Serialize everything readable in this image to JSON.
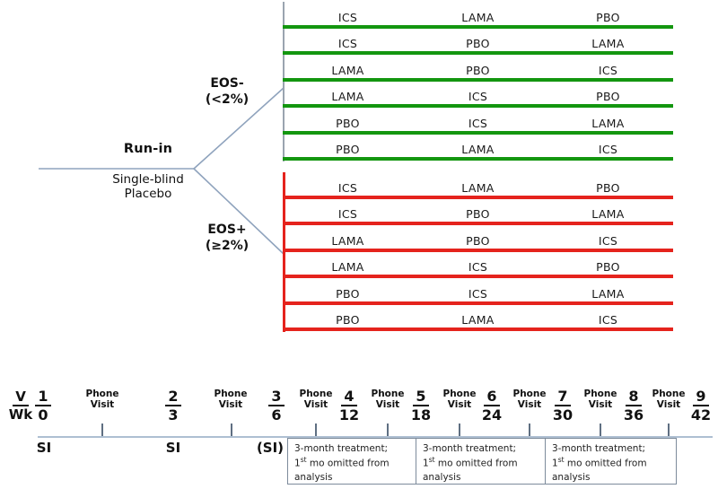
{
  "diagram": {
    "title_runin": "Run-in",
    "subtitle_runin_line1": "Single-blind",
    "subtitle_runin_line2": "Placebo",
    "branches": [
      {
        "name": "EOS-",
        "criterion": "(<2%)",
        "color": "#13960f",
        "id": "eos-negative"
      },
      {
        "name": "EOS+",
        "criterion": "(≥2%)",
        "color": "#e5231d",
        "id": "eos-positive"
      }
    ],
    "sequences": [
      [
        "ICS",
        "LAMA",
        "PBO"
      ],
      [
        "ICS",
        "PBO",
        "LAMA"
      ],
      [
        "LAMA",
        "PBO",
        "ICS"
      ],
      [
        "LAMA",
        "ICS",
        "PBO"
      ],
      [
        "PBO",
        "ICS",
        "LAMA"
      ],
      [
        "PBO",
        "LAMA",
        "ICS"
      ]
    ]
  },
  "timeline": {
    "header": {
      "visit": "V",
      "week": "Wk"
    },
    "visits": [
      {
        "visit": "1",
        "week": "0"
      },
      {
        "visit": "2",
        "week": "3"
      },
      {
        "visit": "3",
        "week": "6"
      },
      {
        "visit": "4",
        "week": "12"
      },
      {
        "visit": "5",
        "week": "18"
      },
      {
        "visit": "6",
        "week": "24"
      },
      {
        "visit": "7",
        "week": "30"
      },
      {
        "visit": "8",
        "week": "36"
      },
      {
        "visit": "9",
        "week": "42"
      }
    ],
    "phone_visit_line1": "Phone",
    "phone_visit_line2": "Visit",
    "phone_visit_count": 8,
    "si_markers": [
      {
        "label": "SI"
      },
      {
        "label": "SI"
      },
      {
        "label": "(SI)"
      }
    ],
    "treatment_boxes": [
      {
        "line1": "3-month  treatment;",
        "line2_pre": "1",
        "line2_sup": "st",
        "line2_post": " mo omitted  from",
        "line3": "analysis"
      },
      {
        "line1": "3-month  treatment;",
        "line2_pre": "1",
        "line2_sup": "st",
        "line2_post": " mo omitted  from",
        "line3": "analysis"
      },
      {
        "line1": "3-month  treatment;",
        "line2_pre": "1",
        "line2_sup": "st",
        "line2_post": " mo omitted  from",
        "line3": "analysis"
      }
    ]
  }
}
